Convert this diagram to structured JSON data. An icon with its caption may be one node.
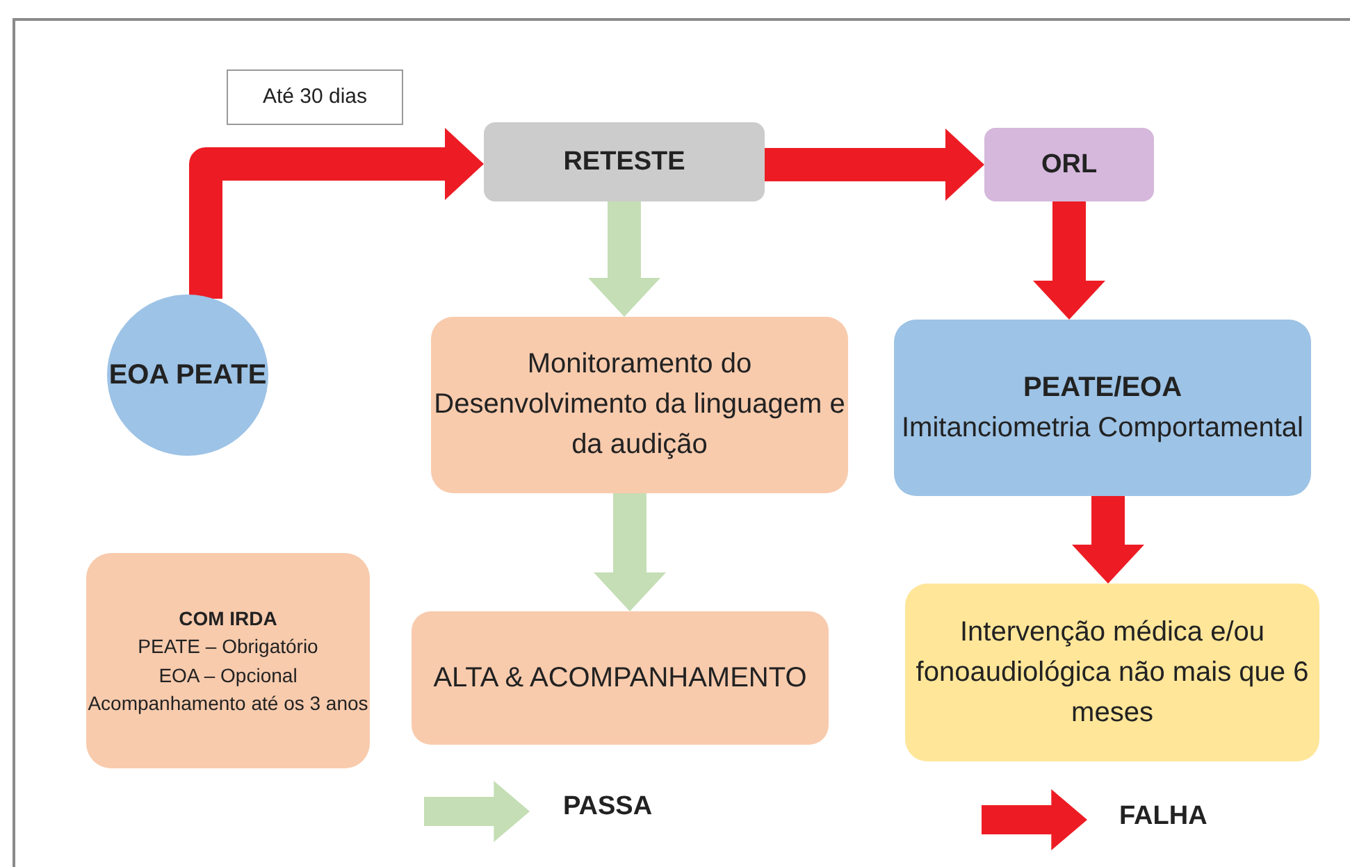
{
  "diagram": {
    "nodes": [
      {
        "text": [
          "Até 30 dias"
        ]
      },
      {
        "text": [
          "EOA PEATE"
        ]
      },
      {
        "text": [
          "RETESTE"
        ]
      },
      {
        "text": [
          "ORL"
        ]
      },
      {
        "text": [
          "Monitoramento do Desenvolvimento da linguagem e da audição"
        ]
      },
      {
        "text": [
          "PEATE/EOA",
          "Imitanciometria Comportamental"
        ]
      },
      {
        "text": [
          "ALTA & ACOMPANHAMENTO"
        ]
      },
      {
        "text": [
          "Intervenção médica e/ou fonoaudiológica não mais que 6 meses"
        ]
      },
      {
        "text": [
          "COM IRDA",
          "PEATE – Obrigatório",
          "EOA – Opcional",
          "Acompanhamento até os 3 anos"
        ]
      }
    ],
    "edges": [
      {
        "from": 1,
        "to": 2,
        "arrow": "to"
      },
      {
        "from": 2,
        "to": 3,
        "arrow": "to"
      },
      {
        "from": 3,
        "to": 5,
        "arrow": "to"
      },
      {
        "from": 5,
        "to": 7,
        "arrow": "to"
      },
      {
        "from": 2,
        "to": 4,
        "arrow": "to",
        "color": "#c5deb5"
      },
      {
        "from": 4,
        "to": 6,
        "arrow": "to",
        "color": "#c5deb5"
      }
    ],
    "legend": [
      {
        "text": "PASSA",
        "color": "#c5deb5"
      },
      {
        "text": "FALHA",
        "color": "#ed1c24"
      }
    ]
  }
}
